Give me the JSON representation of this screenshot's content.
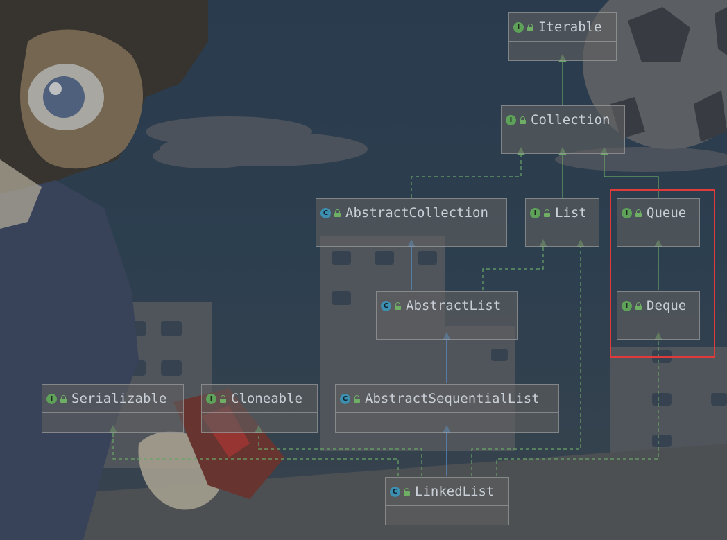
{
  "diagram": {
    "nodes": [
      {
        "id": "iterable",
        "label": "Iterable",
        "kind": "I"
      },
      {
        "id": "collection",
        "label": "Collection",
        "kind": "I"
      },
      {
        "id": "abstractcollection",
        "label": "AbstractCollection",
        "kind": "C"
      },
      {
        "id": "list",
        "label": "List",
        "kind": "I"
      },
      {
        "id": "queue",
        "label": "Queue",
        "kind": "I"
      },
      {
        "id": "abstractlist",
        "label": "AbstractList",
        "kind": "C"
      },
      {
        "id": "deque",
        "label": "Deque",
        "kind": "I"
      },
      {
        "id": "serializable",
        "label": "Serializable",
        "kind": "I"
      },
      {
        "id": "cloneable",
        "label": "Cloneable",
        "kind": "I"
      },
      {
        "id": "abstractsequentiallist",
        "label": "AbstractSequentialList",
        "kind": "C"
      },
      {
        "id": "linkedlist",
        "label": "LinkedList",
        "kind": "C"
      }
    ],
    "edges": [
      {
        "from": "collection",
        "to": "iterable",
        "type": "extends-interface"
      },
      {
        "from": "abstractcollection",
        "to": "collection",
        "type": "implements"
      },
      {
        "from": "list",
        "to": "collection",
        "type": "extends-interface"
      },
      {
        "from": "queue",
        "to": "collection",
        "type": "extends-interface"
      },
      {
        "from": "abstractlist",
        "to": "abstractcollection",
        "type": "extends-class"
      },
      {
        "from": "abstractlist",
        "to": "list",
        "type": "implements"
      },
      {
        "from": "deque",
        "to": "queue",
        "type": "extends-interface"
      },
      {
        "from": "abstractsequentiallist",
        "to": "abstractlist",
        "type": "extends-class"
      },
      {
        "from": "linkedlist",
        "to": "abstractsequentiallist",
        "type": "extends-class"
      },
      {
        "from": "linkedlist",
        "to": "serializable",
        "type": "implements"
      },
      {
        "from": "linkedlist",
        "to": "cloneable",
        "type": "implements"
      },
      {
        "from": "linkedlist",
        "to": "list",
        "type": "implements"
      },
      {
        "from": "linkedlist",
        "to": "deque",
        "type": "implements"
      }
    ],
    "highlight": {
      "nodes": [
        "queue",
        "deque"
      ],
      "color": "#e03a3a"
    }
  },
  "colors": {
    "interface_badge": "#5ea25a",
    "class_badge": "#3e8eb0",
    "inherit_edge": "#6aa667",
    "class_inherit_edge": "#5b97d8",
    "highlight": "#e03a3a"
  }
}
